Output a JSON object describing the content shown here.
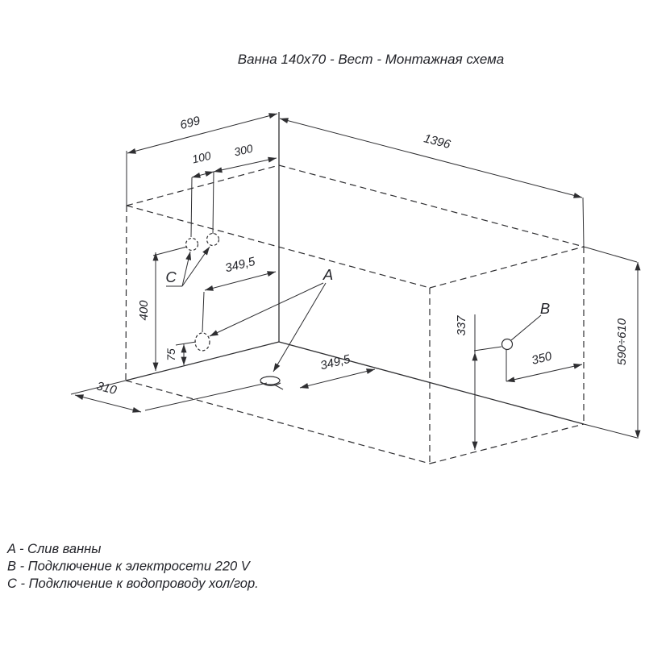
{
  "title": "Ванна 140x70 - Вест - Монтажная схема",
  "colors": {
    "line": "#2e2e31",
    "text": "#23242a",
    "background": "#ffffff"
  },
  "dimensions": {
    "top_width": "699",
    "top_length": "1396",
    "c_spacing": "100",
    "c_from_front": "300",
    "a_wall_from_front": "349,5",
    "a_floor_from_side": "349,5",
    "c_height_above_floor": "400",
    "a_wall_height": "75",
    "drain_from_apron": "310",
    "b_height_above_floor": "337",
    "b_from_side": "350",
    "tub_height_range": "590÷610"
  },
  "point_labels": {
    "drain": "A",
    "power": "B",
    "water": "C"
  },
  "legend": {
    "items": [
      {
        "text": "A - Слив ванны"
      },
      {
        "text": "B - Подключение к электросети 220 V"
      },
      {
        "text": "C - Подключение к водопроводу хол/гор."
      }
    ]
  }
}
